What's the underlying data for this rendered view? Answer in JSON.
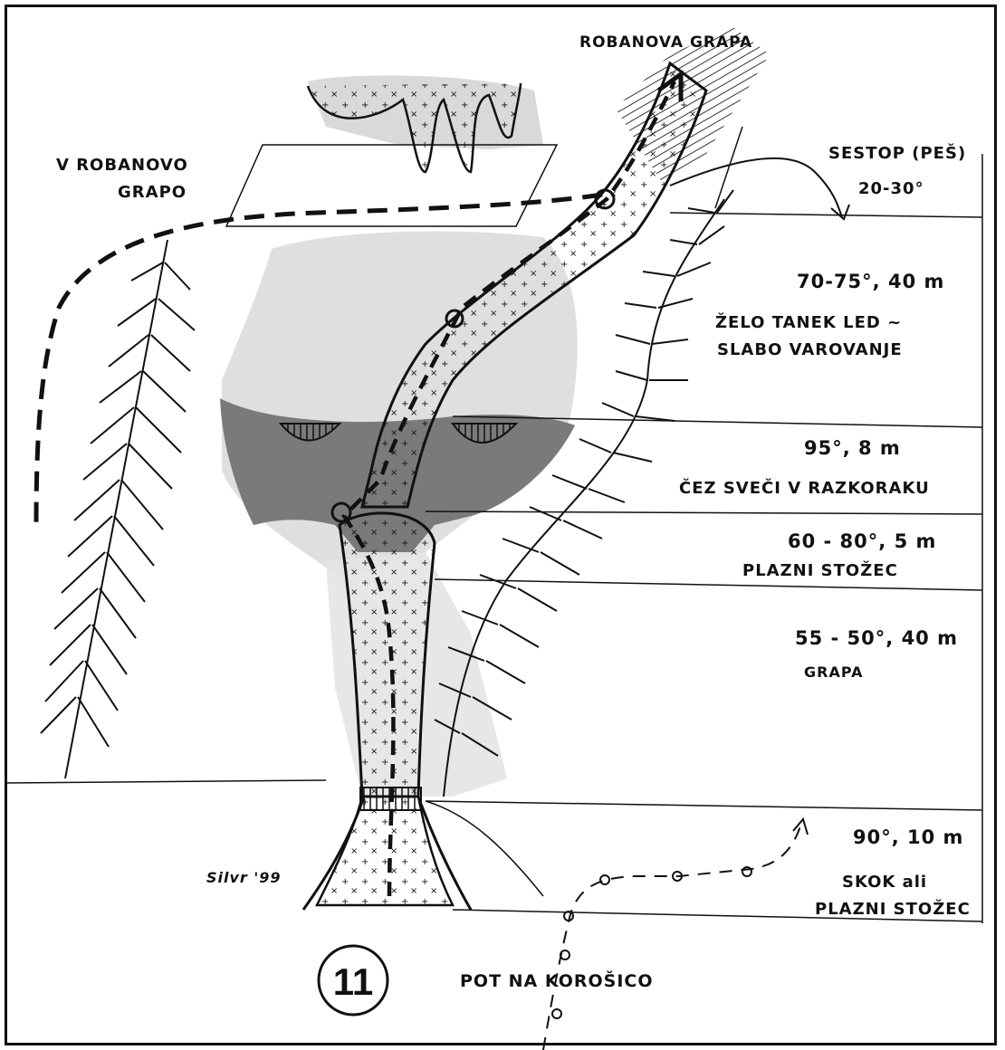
{
  "labels": {
    "robanova_grapa": "ROBANOVA GRAPA",
    "v_robanovo_1": "V ROBANOVO",
    "v_robanovo_2": "GRAPO",
    "sestop": "SESTOP (PEŠ)",
    "sestop_angle": "20-30°",
    "pitch1_angle": "70-75°, 40 m",
    "pitch1_note1": "ŽELO TANEK LED ~",
    "pitch1_note2": "SLABO VAROVANJE",
    "pitch2_angle": "95°, 8 m",
    "pitch2_note": "ČEZ SVEČI V RAZKORAKU",
    "pitch3_angle": "60 - 80°, 5 m",
    "pitch3_note": "PLAZNI STOŽEC",
    "pitch4_angle": "55 - 50°, 40 m",
    "pitch4_note": "GRAPA",
    "pitch5_angle": "90°, 10 m",
    "pitch5_note1": "SKOK ali",
    "pitch5_note2": "PLAZNI STOŽEC",
    "signature": "Silvr '99",
    "route_number": "11",
    "approach": "POT NA KOROŠICO"
  },
  "colors": {
    "ink": "#111111",
    "rock_shade": "#d4d4d4",
    "ice_dark": "#7a7a7a",
    "paper": "#ffffff"
  }
}
